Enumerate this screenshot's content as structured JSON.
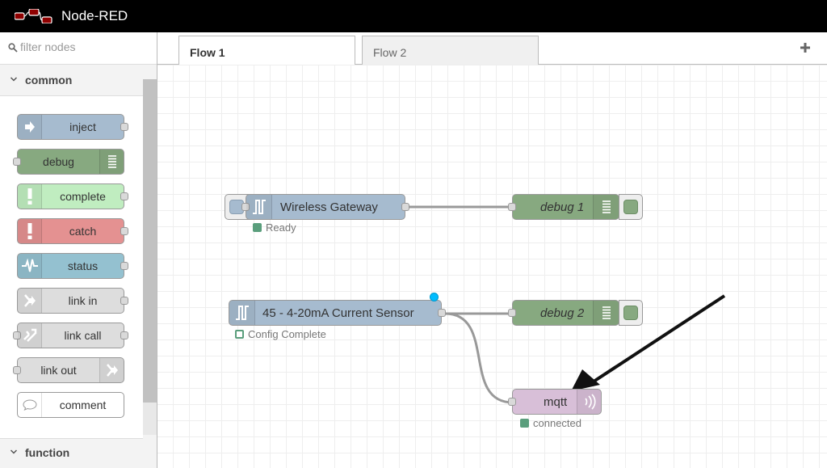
{
  "app": {
    "title": "Node-RED"
  },
  "palette": {
    "filter_placeholder": "filter nodes",
    "categories": [
      {
        "label": "common",
        "expanded": true
      },
      {
        "label": "function",
        "expanded": false
      }
    ],
    "nodes": [
      {
        "label": "inject",
        "color": "#a6bbcf",
        "icon": "inject-arrow-icon",
        "icon_side": "left"
      },
      {
        "label": "debug",
        "color": "#87a980",
        "icon": "debug-list-icon",
        "icon_side": "right"
      },
      {
        "label": "complete",
        "color": "#c0edc0",
        "icon": "alert-icon",
        "icon_side": "left"
      },
      {
        "label": "catch",
        "color": "#e49191",
        "icon": "alert-icon",
        "icon_side": "left"
      },
      {
        "label": "status",
        "color": "#94c1d0",
        "icon": "heartbeat-icon",
        "icon_side": "left"
      },
      {
        "label": "link in",
        "color": "#dddddd",
        "icon": "link-arrow-icon",
        "icon_side": "left"
      },
      {
        "label": "link call",
        "color": "#dddddd",
        "icon": "link-call-icon",
        "icon_side": "left"
      },
      {
        "label": "link out",
        "color": "#dddddd",
        "icon": "link-arrow-icon",
        "icon_side": "right"
      },
      {
        "label": "comment",
        "color": "#ffffff",
        "icon": "comment-icon",
        "icon_side": "left"
      }
    ]
  },
  "tabs": [
    {
      "label": "Flow 1",
      "active": true
    },
    {
      "label": "Flow 2",
      "active": false
    }
  ],
  "flow": {
    "gateway": {
      "label": "Wireless Gateway",
      "status": "Ready",
      "color": "#a6bbcf"
    },
    "sensor": {
      "label": "45 - 4-20mA Current Sensor",
      "status": "Config Complete",
      "color": "#a6bbcf"
    },
    "debug1": {
      "label": "debug 1",
      "color": "#87a980"
    },
    "debug2": {
      "label": "debug 2",
      "color": "#87a980"
    },
    "mqtt": {
      "label": "mqtt",
      "status": "connected",
      "color": "#d8bfd8"
    }
  },
  "colors": {
    "header_bg": "#000000",
    "status_green": "#5a9e7c",
    "changed_indicator": "#00bcff"
  }
}
